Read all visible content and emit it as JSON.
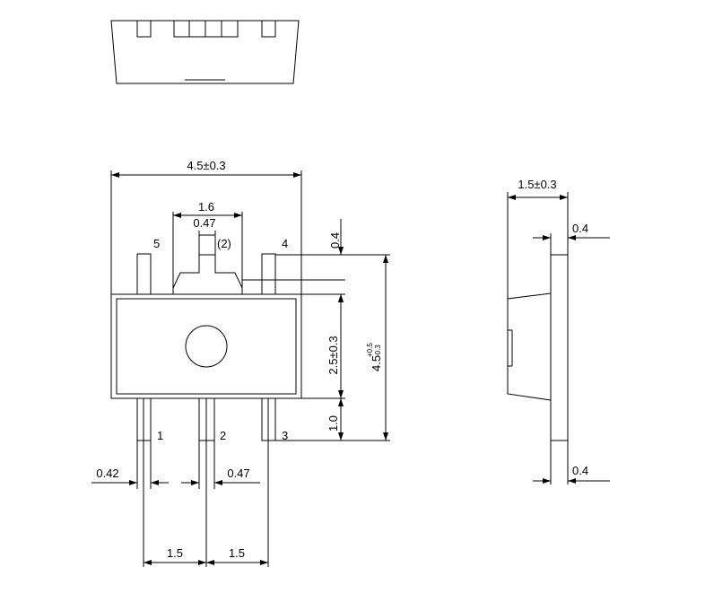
{
  "drawing": {
    "overall_width": "4.5±0.3",
    "tab_width": "1.6",
    "tab_neck": "0.47",
    "tab_pin": "(2)",
    "body_height": "2.5±0.3",
    "overall_height_main": "4.5",
    "overall_height_tol_plus": "+0.5",
    "overall_height_tol_minus": "-0.3",
    "pin_top_extent": "0.4",
    "pin_bottom_extent": "1.0",
    "pin_width": "0.42",
    "mid_pin_width": "0.47",
    "pitch_left": "1.5",
    "pitch_right": "1.5",
    "side_thickness": "1.5±0.3",
    "side_lead_top": "0.4",
    "side_lead_bottom": "0.4",
    "pins": [
      "1",
      "2",
      "3",
      "4",
      "5"
    ]
  }
}
